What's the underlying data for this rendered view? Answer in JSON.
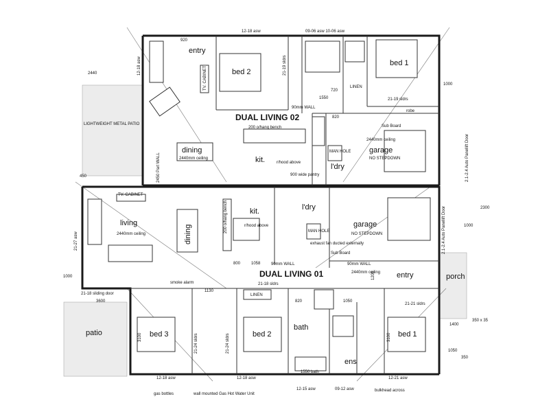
{
  "upper_unit": {
    "title": "DUAL LIVING 02",
    "rooms": {
      "entry": "entry",
      "bed2": "bed 2",
      "bed1": "bed 1",
      "dining": "dining",
      "dining_ceiling": "2440mm ceiling",
      "kit": "kit.",
      "garage": "garage",
      "garage_ceiling": "2440mm ceiling",
      "garage_step": "NO STEPDOWN",
      "ldry": "l'dry"
    },
    "labels": {
      "tv_cabinet": "TV. CABINET",
      "linen": "LINEN",
      "robe": "robe",
      "wall_90": "90mm WALL",
      "bench": "200 o/hang bench",
      "rhood": "r/hood above",
      "pantry": "900 wide pantry",
      "sub_board": "Sub Board",
      "man_hole": "MAN HOLE",
      "lightweight_patio": "LIGHTWEIGHT METAL PATIO",
      "auto_door": "2.1-2.4 Auto Panellift Door",
      "part_wall": "2450 Part WALL"
    },
    "dims": {
      "top_asw": "12-18 asw",
      "top_asw2": "09-06 asw 10-06 asw",
      "dim_920": "920",
      "dim_2440": "2440",
      "dim_1000": "1000",
      "dim_1550": "1550",
      "dim_820": "820",
      "dim_720": "720",
      "bed1_sldrs": "21-19 sldrs",
      "bed2_sldrs": "21-19 sldrs",
      "left_asw": "12-18 asw"
    }
  },
  "lower_unit": {
    "title": "DUAL LIVING 01",
    "rooms": {
      "living": "living",
      "living_ceiling": "2440mm ceiling",
      "dining": "dining",
      "kit": "kit.",
      "ldry": "l'dry",
      "garage": "garage",
      "garage_step": "NO STEPDOWN",
      "garage_ceiling": "2440mm ceiling",
      "entry": "entry",
      "porch": "porch",
      "bed3": "bed 3",
      "bed2": "bed 2",
      "bath": "bath",
      "ens": "ens",
      "bed1": "bed 1",
      "patio": "patio"
    },
    "labels": {
      "tv_cabinet": "TV. CABINET",
      "linen": "LINEN",
      "smoke_alarm": "smoke alarm",
      "exhaust": "exhaust fan ducted externally",
      "sub_board": "Sub Board",
      "man_hole": "MAN HOLE",
      "wall_90": "90mm WALL",
      "wall_90b": "90mm WALL",
      "bench": "200 o/hang bench",
      "rhood": "r/hood above",
      "sliding_door": "21-18 sliding door",
      "bath_size": "1550 bath",
      "gas_bottles": "gas bottles",
      "hot_water": "wall mounted Gas Hot Water Unit",
      "bulkhead": "bulkhead across",
      "auto_door": "2.1-2.4 Auto Panellift Door"
    },
    "dims": {
      "d450": "450",
      "d1000": "1000",
      "d1000b": "1000",
      "d3600": "3600",
      "d1130": "1130",
      "d820": "820",
      "d1050": "1050",
      "d1200": "1200",
      "d800": "800",
      "d1058": "1058",
      "d1400": "1400",
      "d350": "350 x 35",
      "d350b": "350",
      "d2300": "2300",
      "d1050b": "1050",
      "bottom_asw1": "12-18 asw",
      "bottom_asw2": "12-18 asw",
      "bottom_asw3": "12-15 asw",
      "bottom_asw4": "09-12 asw",
      "bottom_asw5": "12-21 asw",
      "sldrs_1": "21-18 sldrs",
      "sldrs_2": "21-24 sldrs",
      "sldrs_3": "21-24 sldrs",
      "sldrs_4": "21-21 sldrs",
      "left_asw": "21-27 asw",
      "d3100": "3100",
      "d3100b": "3100"
    }
  }
}
